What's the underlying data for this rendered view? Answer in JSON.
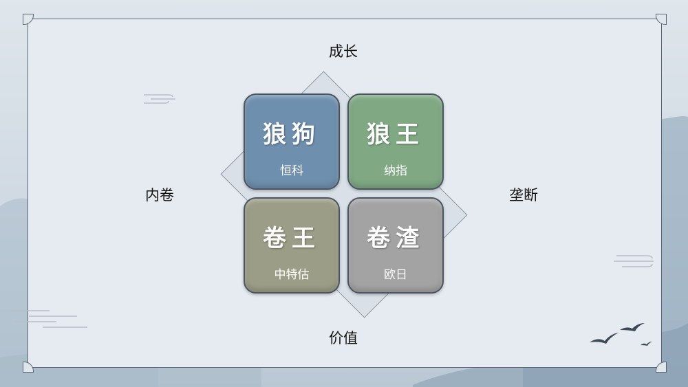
{
  "axes": {
    "top": "成长",
    "bottom": "价值",
    "left": "内卷",
    "right": "垄断"
  },
  "quadrants": [
    {
      "title": "狼狗",
      "subtitle": "恒科",
      "color": "#6f8fae"
    },
    {
      "title": "狼王",
      "subtitle": "纳指",
      "color": "#7fa883"
    },
    {
      "title": "卷王",
      "subtitle": "中特估",
      "color": "#9b9d86"
    },
    {
      "title": "卷渣",
      "subtitle": "欧日",
      "color": "#a3a3a3"
    }
  ]
}
